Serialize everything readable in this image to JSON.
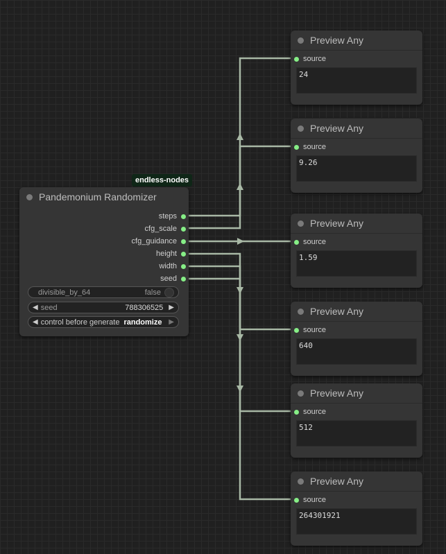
{
  "randomizer": {
    "badge": "endless-nodes",
    "title": "Pandemonium Randomizer",
    "outputs": [
      "steps",
      "cfg_scale",
      "cfg_guidance",
      "height",
      "width",
      "seed"
    ],
    "divisible_label": "divisible_by_64",
    "divisible_value": "false",
    "seed_label": "seed",
    "seed_value": "788306525",
    "control_label": "control before generate",
    "control_value": "randomize"
  },
  "previews": [
    {
      "title": "Preview Any",
      "input": "source",
      "value": "24"
    },
    {
      "title": "Preview Any",
      "input": "source",
      "value": "9.26"
    },
    {
      "title": "Preview Any",
      "input": "source",
      "value": "1.59"
    },
    {
      "title": "Preview Any",
      "input": "source",
      "value": "640"
    },
    {
      "title": "Preview Any",
      "input": "source",
      "value": "512"
    },
    {
      "title": "Preview Any",
      "input": "source",
      "value": "264301921"
    }
  ],
  "colors": {
    "wire": "#a8b8a5",
    "slot": "#86ee86",
    "node_bg": "#353535",
    "badge_bg": "#0f2617"
  }
}
